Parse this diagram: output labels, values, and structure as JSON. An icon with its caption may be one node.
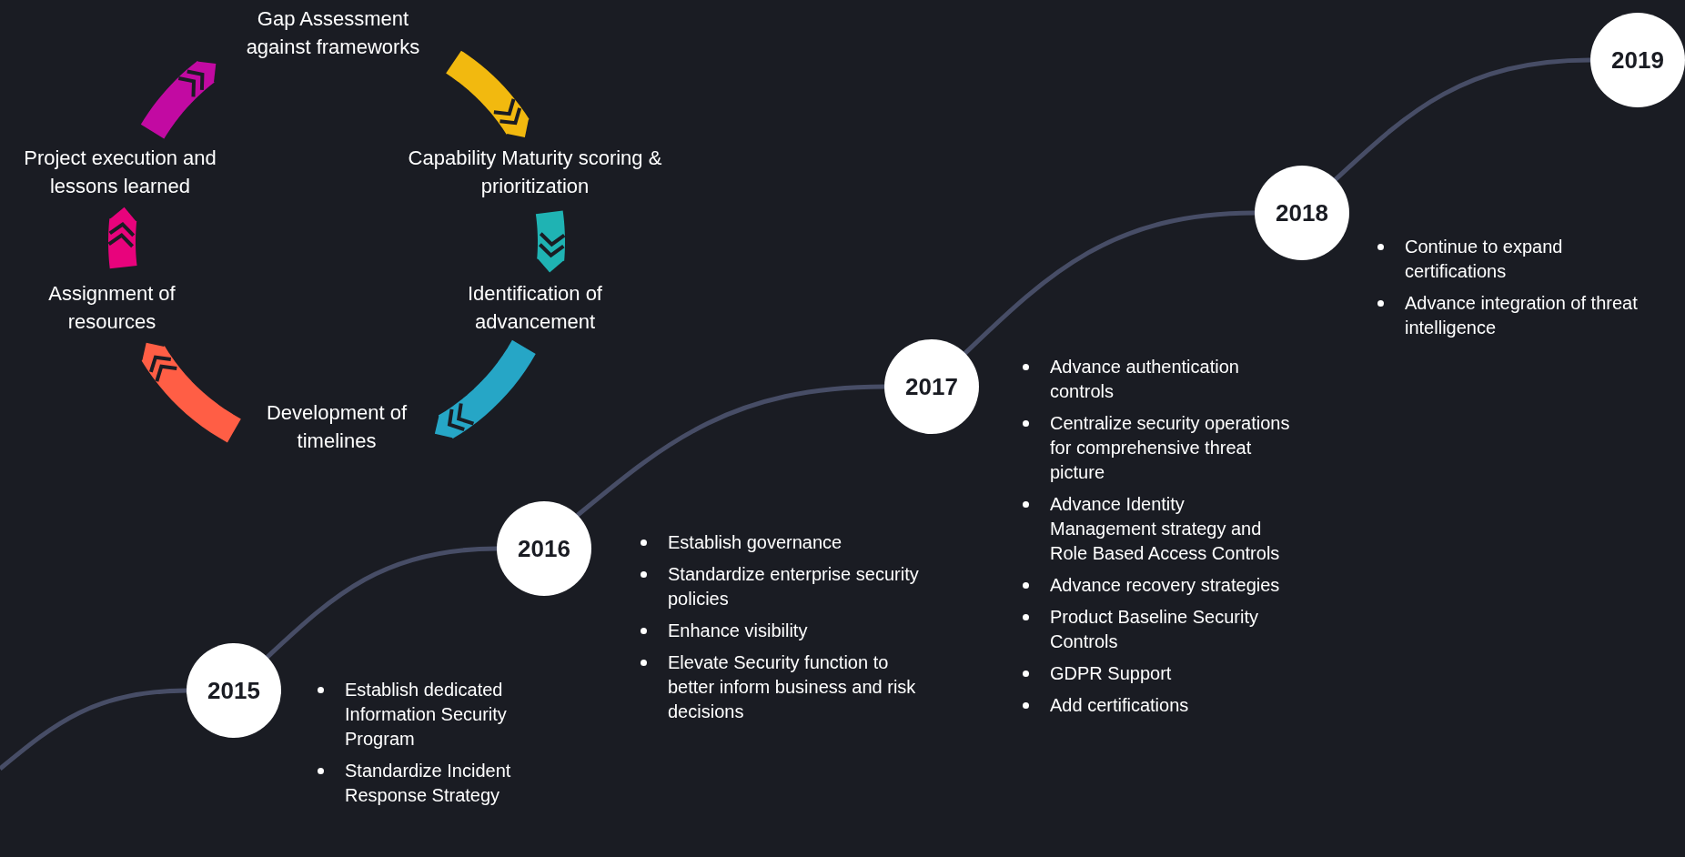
{
  "diagram": {
    "nodes": [
      {
        "text": [
          "Gap Assessment against frameworks"
        ]
      },
      {
        "text": [
          "Capability Maturity scoring & prioritization"
        ]
      },
      {
        "text": [
          "Identification of advancement"
        ]
      },
      {
        "text": [
          "Development of timelines"
        ]
      },
      {
        "text": [
          "Assignment of resources"
        ]
      },
      {
        "text": [
          "Project execution and lessons learned"
        ]
      },
      {
        "text": [
          "2015"
        ],
        "beside": [
          "Establish dedicated Information Security Program",
          "Standardize Incident Response Strategy"
        ]
      },
      {
        "text": [
          "2016"
        ],
        "beside": [
          "Establish governance",
          "Standardize enterprise security policies",
          "Enhance visibility",
          "Elevate Security function to better inform business and risk decisions"
        ]
      },
      {
        "text": [
          "2017"
        ],
        "beside": [
          "Advance authentication controls",
          "Centralize security operations for comprehensive threat picture",
          "Advance Identity Management strategy and Role Based Access Controls",
          "Advance recovery strategies",
          "Product Baseline Security Controls",
          "GDPR Support",
          "Add certifications"
        ]
      },
      {
        "text": [
          "2018"
        ],
        "beside": [
          "Continue to expand certifications",
          "Advance integration of threat intelligence"
        ]
      },
      {
        "text": [
          "2019"
        ]
      }
    ],
    "edges": [
      {
        "from": 0,
        "to": 1,
        "arrow": "to",
        "color": "#f2b90f"
      },
      {
        "from": 1,
        "to": 2,
        "arrow": "to",
        "color": "#1fb3b3"
      },
      {
        "from": 2,
        "to": 3,
        "arrow": "to",
        "color": "#26a6c6"
      },
      {
        "from": 3,
        "to": 4,
        "arrow": "to",
        "color": "#ff5e45"
      },
      {
        "from": 4,
        "to": 5,
        "arrow": "to",
        "color": "#e8037c"
      },
      {
        "from": 5,
        "to": 0,
        "arrow": "to",
        "color": "#c20aa2"
      },
      {
        "from": null,
        "to": 6,
        "arrow": "none"
      },
      {
        "from": 6,
        "to": 7,
        "arrow": "none"
      },
      {
        "from": 7,
        "to": 8,
        "arrow": "none"
      },
      {
        "from": 8,
        "to": 9,
        "arrow": "none"
      },
      {
        "from": 9,
        "to": 10,
        "arrow": "none"
      }
    ]
  }
}
